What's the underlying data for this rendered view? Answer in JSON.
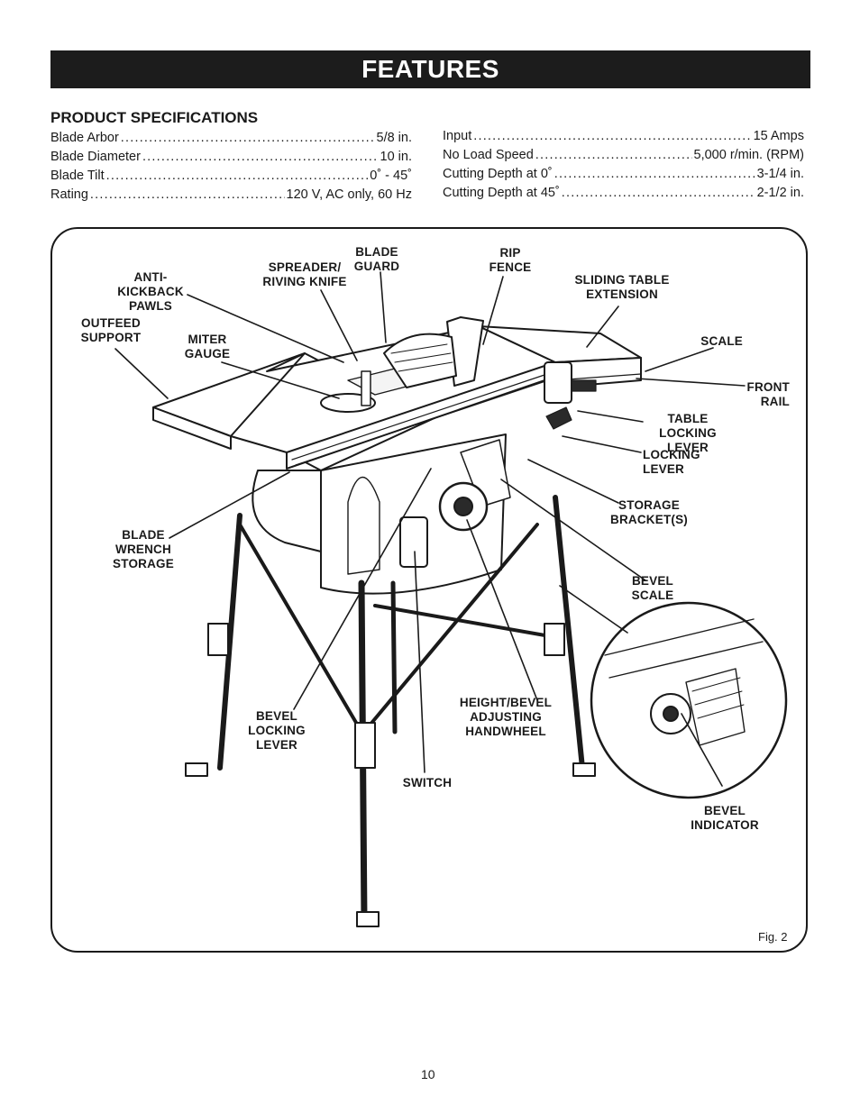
{
  "header": {
    "title": "FEATURES"
  },
  "specs": {
    "heading": "PRODUCT SPECIFICATIONS",
    "left": [
      {
        "label": "Blade Arbor",
        "value": "5/8 in."
      },
      {
        "label": "Blade Diameter",
        "value": "10 in."
      },
      {
        "label": "Blade Tilt",
        "value": "0˚ - 45˚"
      },
      {
        "label": "Rating",
        "value": "120 V, AC only, 60 Hz"
      }
    ],
    "right": [
      {
        "label": "Input",
        "value": "15 Amps"
      },
      {
        "label": "No Load Speed",
        "value": "5,000 r/min. (RPM)"
      },
      {
        "label": "Cutting Depth at 0˚",
        "value": "3-1/4 in."
      },
      {
        "label": "Cutting Depth at 45˚",
        "value": "2-1/2 in."
      }
    ]
  },
  "figure": {
    "label": "Fig. 2",
    "callouts": {
      "anti_kickback_pawls": "ANTI-KICKBACK\nPAWLS",
      "spreader_riving_knife": "SPREADER/\nRIVING KNIFE",
      "blade_guard": "BLADE\nGUARD",
      "rip_fence": "RIP\nFENCE",
      "sliding_table_extension": "SLIDING TABLE\nEXTENSION",
      "outfeed_support": "OUTFEED\nSUPPORT",
      "miter_gauge": "MITER\nGAUGE",
      "scale": "SCALE",
      "front_rail": "FRONT\nRAIL",
      "table_locking_lever": "TABLE LOCKING\nLEVER",
      "locking_lever": "LOCKING LEVER",
      "storage_brackets": "STORAGE\nBRACKET(S)",
      "blade_wrench_storage": "BLADE\nWRENCH\nSTORAGE",
      "bevel_scale": "BEVEL\nSCALE",
      "height_bevel_handwheel": "HEIGHT/BEVEL\nADJUSTING\nHANDWHEEL",
      "bevel_locking_lever": "BEVEL\nLOCKING\nLEVER",
      "switch": "SWITCH",
      "bevel_indicator": "BEVEL\nINDICATOR"
    }
  },
  "footer": {
    "page_number": "10"
  }
}
